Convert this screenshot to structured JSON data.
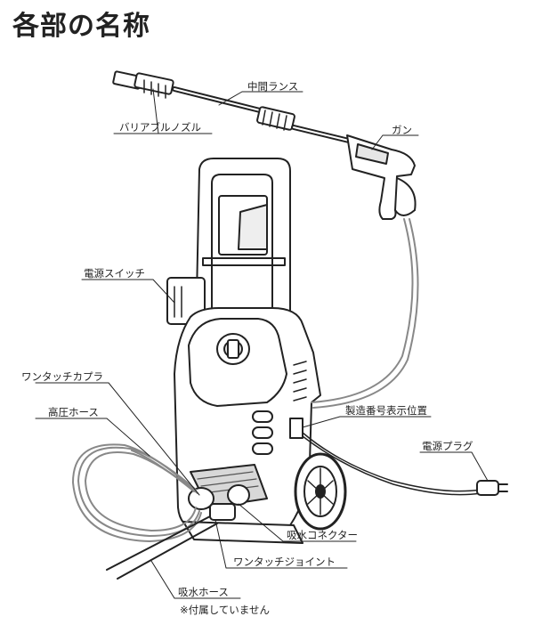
{
  "title": "各部の名称",
  "labels": {
    "middle_lance": "中間ランス",
    "variable_nozzle": "バリアブルノズル",
    "gun": "ガン",
    "power_switch": "電源スイッチ",
    "one_touch_coupler": "ワンタッチカプラ",
    "high_pressure_hose": "高圧ホース",
    "serial_number_location": "製造番号表示位置",
    "power_plug": "電源プラグ",
    "suction_connector": "吸水コネクター",
    "one_touch_joint": "ワンタッチジョイント",
    "suction_hose": "吸水ホース",
    "not_included_note": "※付属していません"
  },
  "colors": {
    "line": "#222222",
    "hose": "#9a9a9a",
    "body_shade": "#d8d8d8"
  }
}
